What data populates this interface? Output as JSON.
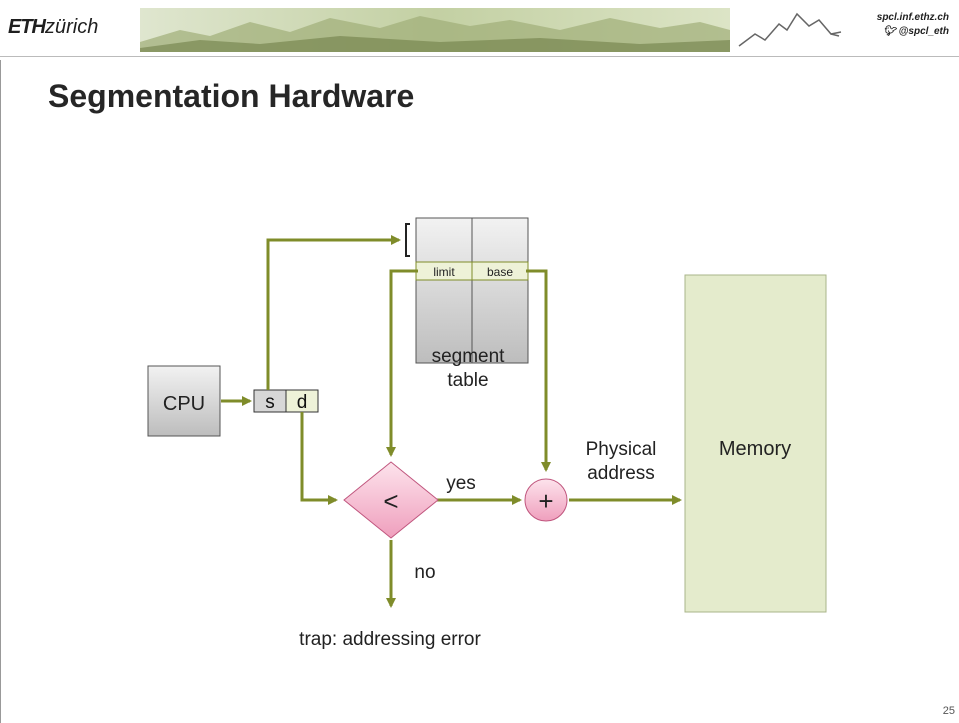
{
  "header": {
    "logo_bold": "ETH",
    "logo_light": "zürich",
    "site": "spcl.inf.ethz.ch",
    "twitter": "@spcl_eth"
  },
  "title": "Segmentation Hardware",
  "page_number": "25",
  "diagram": {
    "cpu_label": "CPU",
    "s_label": "s",
    "d_label": "d",
    "table_limit": "limit",
    "table_base": "base",
    "table_caption_line1": "segment",
    "table_caption_line2": "table",
    "compare_symbol": "<",
    "adder_symbol": "+",
    "yes_label": "yes",
    "no_label": "no",
    "physical_line1": "Physical",
    "physical_line2": "address",
    "memory_label": "Memory",
    "trap_label": "trap: addressing error",
    "colors": {
      "arrow": "#7f8c2a",
      "memory_fill": "#e4ebcc",
      "compare_fill": "#f4b6cc",
      "gray_box": "#cfcfcf"
    }
  }
}
